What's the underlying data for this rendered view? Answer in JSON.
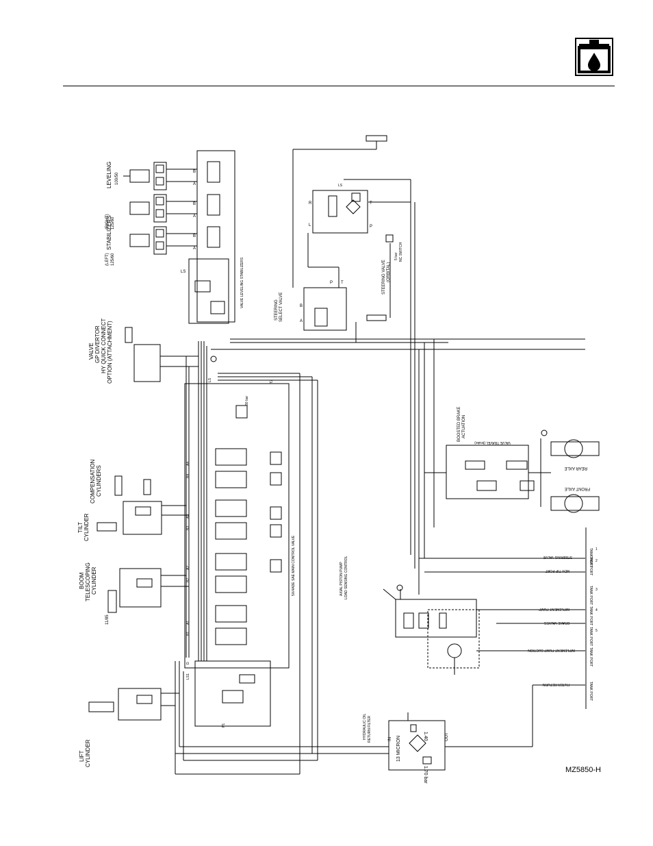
{
  "figure_id": "MZ5850-H",
  "labels": {
    "leveling": "LEVELING",
    "leveling_size": "100/50",
    "stabilizers": "STABILIZERS",
    "stab_right": "(RIGHT)",
    "stab_right_size": "125/60",
    "stab_left": "(LEFT)",
    "stab_left_size": "125/60",
    "valve_leveling_stab": "VALVE LEVELING STABILIZERS",
    "valve_gp": "VALVE",
    "gp_divertor": "GP DIVERTOR",
    "hy_quick": "HY QUICK CONNECT",
    "option_attach": "OPTION (ATTACHMENT)",
    "comp_cyl": "COMPENSATION",
    "comp_cyl2": "CYLINDERS",
    "tilt_cyl": "TILT",
    "tilt_cyl2": "CYLINDER",
    "boom_tele": "BOOM",
    "boom_tele2": "TELESCOPING",
    "boom_tele3": "CYLINDER",
    "boom_size": "11/85",
    "lift_cyl": "LIFT",
    "lift_cyl2": "CYLINDER",
    "main_valve": "5X/4ADE SAE MAIN CONTROL VALVE",
    "steering_select": "STEERING",
    "steering_select2": "SELECT VALVE",
    "steering_valve_orb": "STEERING VALVE",
    "steering_valve_orb2": "(ORBITAL)",
    "ns_switch": "NC SWITCH",
    "bar_5": "5 bar",
    "bar_30": "30 bar",
    "boosted_brake": "BOOSTED BRAKE",
    "boosted_brake2": "ACTUATION",
    "valve_travel": "VALVE TRAVEL (brake)",
    "rear_axle": "REAR AXLE",
    "front_axle": "FRONT AXLE",
    "pump": "AXIAL PISTON PUMP",
    "pump2": "LOAD SENSING CONTROL",
    "hyd_filter": "HYDRAULIC OIL",
    "hyd_filter2": "RETURN FILTER",
    "micron": "13 MICRON",
    "bar_170": "1.70 bar",
    "bar_140": "1.40",
    "in_lbl": "IN",
    "out_lbl": "OUT",
    "steering_valve_line": "STEERING VALVE",
    "mdv_tip": "MDV TIP PORT",
    "impl_pump": "IMPLEMENT PUMP",
    "brake_valves": "BRAKE VALVES",
    "impl_pump_suction": "IMPLEMENT PUMP SUCTION",
    "filter_return": "FILTER RETURN",
    "tank_port": "TANK PORT",
    "tp1": "1",
    "tp2": "2",
    "tp3": "3",
    "tp4": "4",
    "tp5": "5",
    "port_a": "A",
    "port_b": "B",
    "port_p": "P",
    "port_t": "T",
    "port_ls": "LS",
    "port_l": "L",
    "port_r": "R",
    "a1": "A1",
    "b1": "B1",
    "a2": "A2",
    "b2": "B2",
    "a3": "A3",
    "b3": "B3",
    "a4": "A4",
    "b4": "B4",
    "t2": "T2",
    "ls": "LS",
    "p1": "P1",
    "ls1": "LS1",
    "d_lbl": "D"
  }
}
